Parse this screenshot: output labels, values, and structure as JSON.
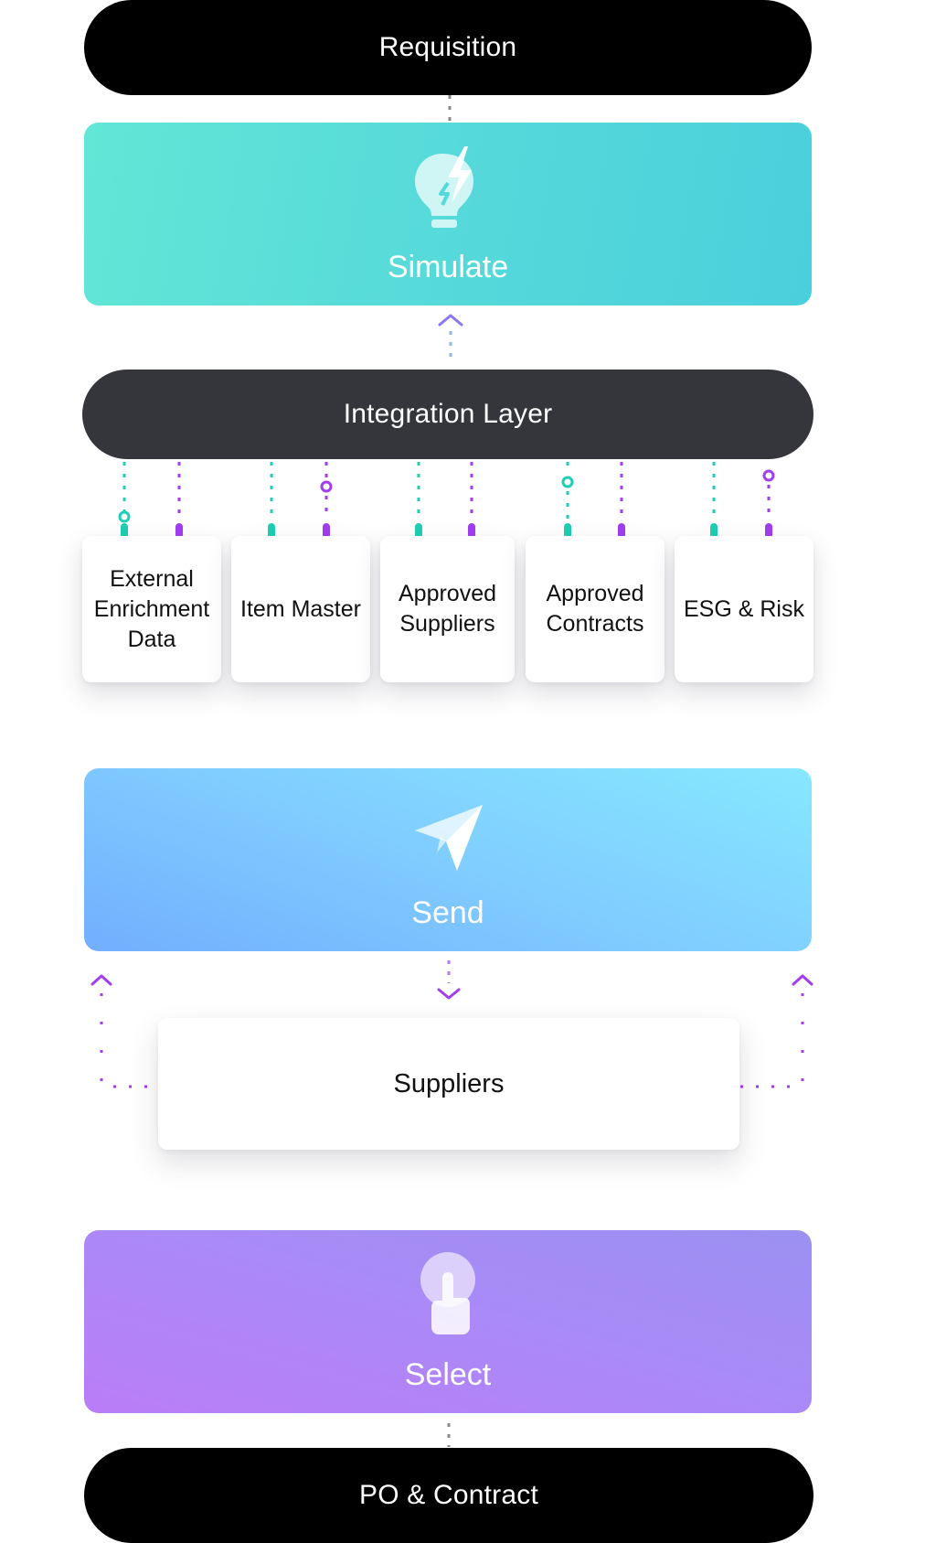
{
  "nodes": {
    "requisition": "Requisition",
    "simulate": "Simulate",
    "integration_layer": "Integration Layer",
    "sources": [
      "External\nEnrichment\nData",
      "Item Master",
      "Approved\nSuppliers",
      "Approved\nContracts",
      "ESG & Risk"
    ],
    "send": "Send",
    "suppliers": "Suppliers",
    "select": "Select",
    "po_contract": "PO & Contract"
  },
  "colors": {
    "black": "#000000",
    "dark_pill": "#35363b",
    "teal": "#1ecfb3",
    "purple": "#a23df0",
    "connector_gray": "#8a8a8a",
    "simulate_gradient": [
      "#62e6d6",
      "#4ad0dc"
    ],
    "send_gradient": [
      "#72aefe",
      "#86e8ff"
    ],
    "select_gradient": [
      "#ba7df7",
      "#9b90f2"
    ]
  },
  "icons": {
    "simulate": "lightbulb-bolt-icon",
    "send": "paper-plane-icon",
    "select": "hand-pointer-icon"
  }
}
